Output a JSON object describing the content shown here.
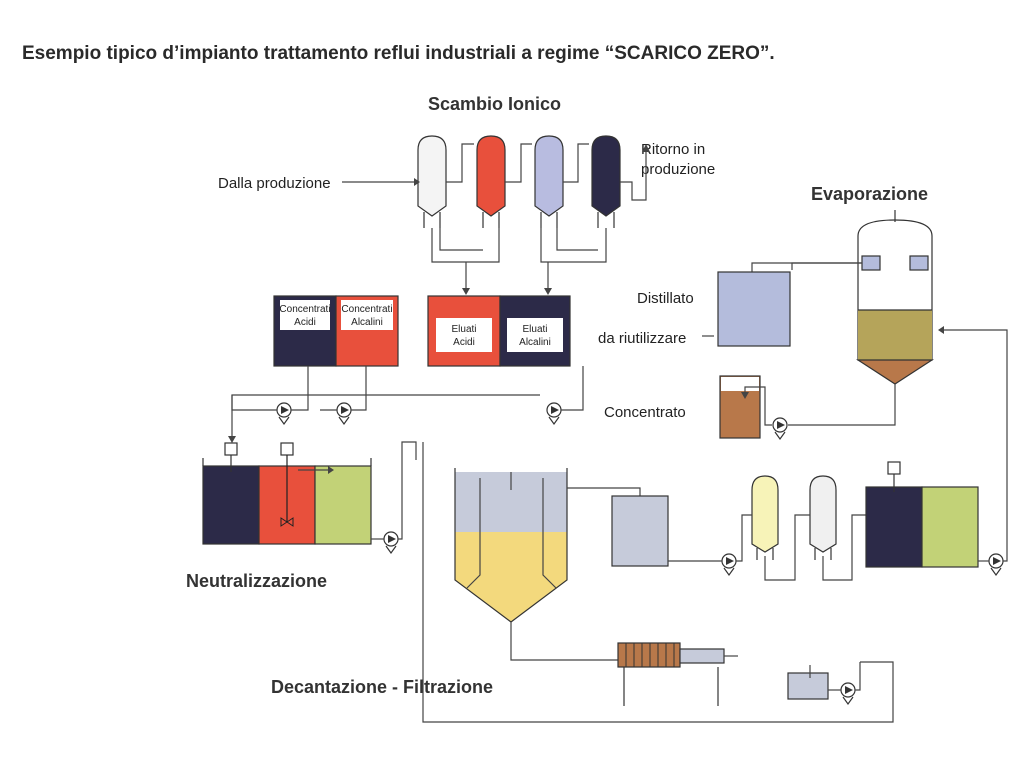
{
  "title": "Esempio tipico d’impianto trattamento reflui industriali a regime “SCARICO ZERO”.",
  "sections": {
    "ion_exchange": "Scambio Ionico",
    "evaporation": "Evaporazione",
    "neutralization": "Neutralizzazione",
    "settling_filtration": "Decantazione - Filtrazione"
  },
  "labels": {
    "from_production": "Dalla produzione",
    "return_line1": "Ritorno in",
    "return_line2": "produzione",
    "distillate": "Distillato",
    "to_reuse": "da riutilizzare",
    "concentrate": "Concentrato"
  },
  "tanks": {
    "acid_concentrates": [
      "Concentrati",
      "Acidi"
    ],
    "alkaline_concentrates": [
      "Concentrati",
      "Alcalini"
    ],
    "acid_eluates": [
      "Eluati",
      "Acidi"
    ],
    "alkaline_eluates": [
      "Eluati",
      "Alcalini"
    ]
  },
  "colors": {
    "dark_navy": "#2c2a48",
    "red": "#e8503c",
    "green": "#c2d277",
    "lavender": "#b8bce0",
    "light_blue": "#b4bcdc",
    "olive": "#b5a45a",
    "brown": "#b8784a",
    "sand": "#f3d97d",
    "grey_blue": "#c6cbda",
    "pale_yellow": "#f7f3b8"
  }
}
